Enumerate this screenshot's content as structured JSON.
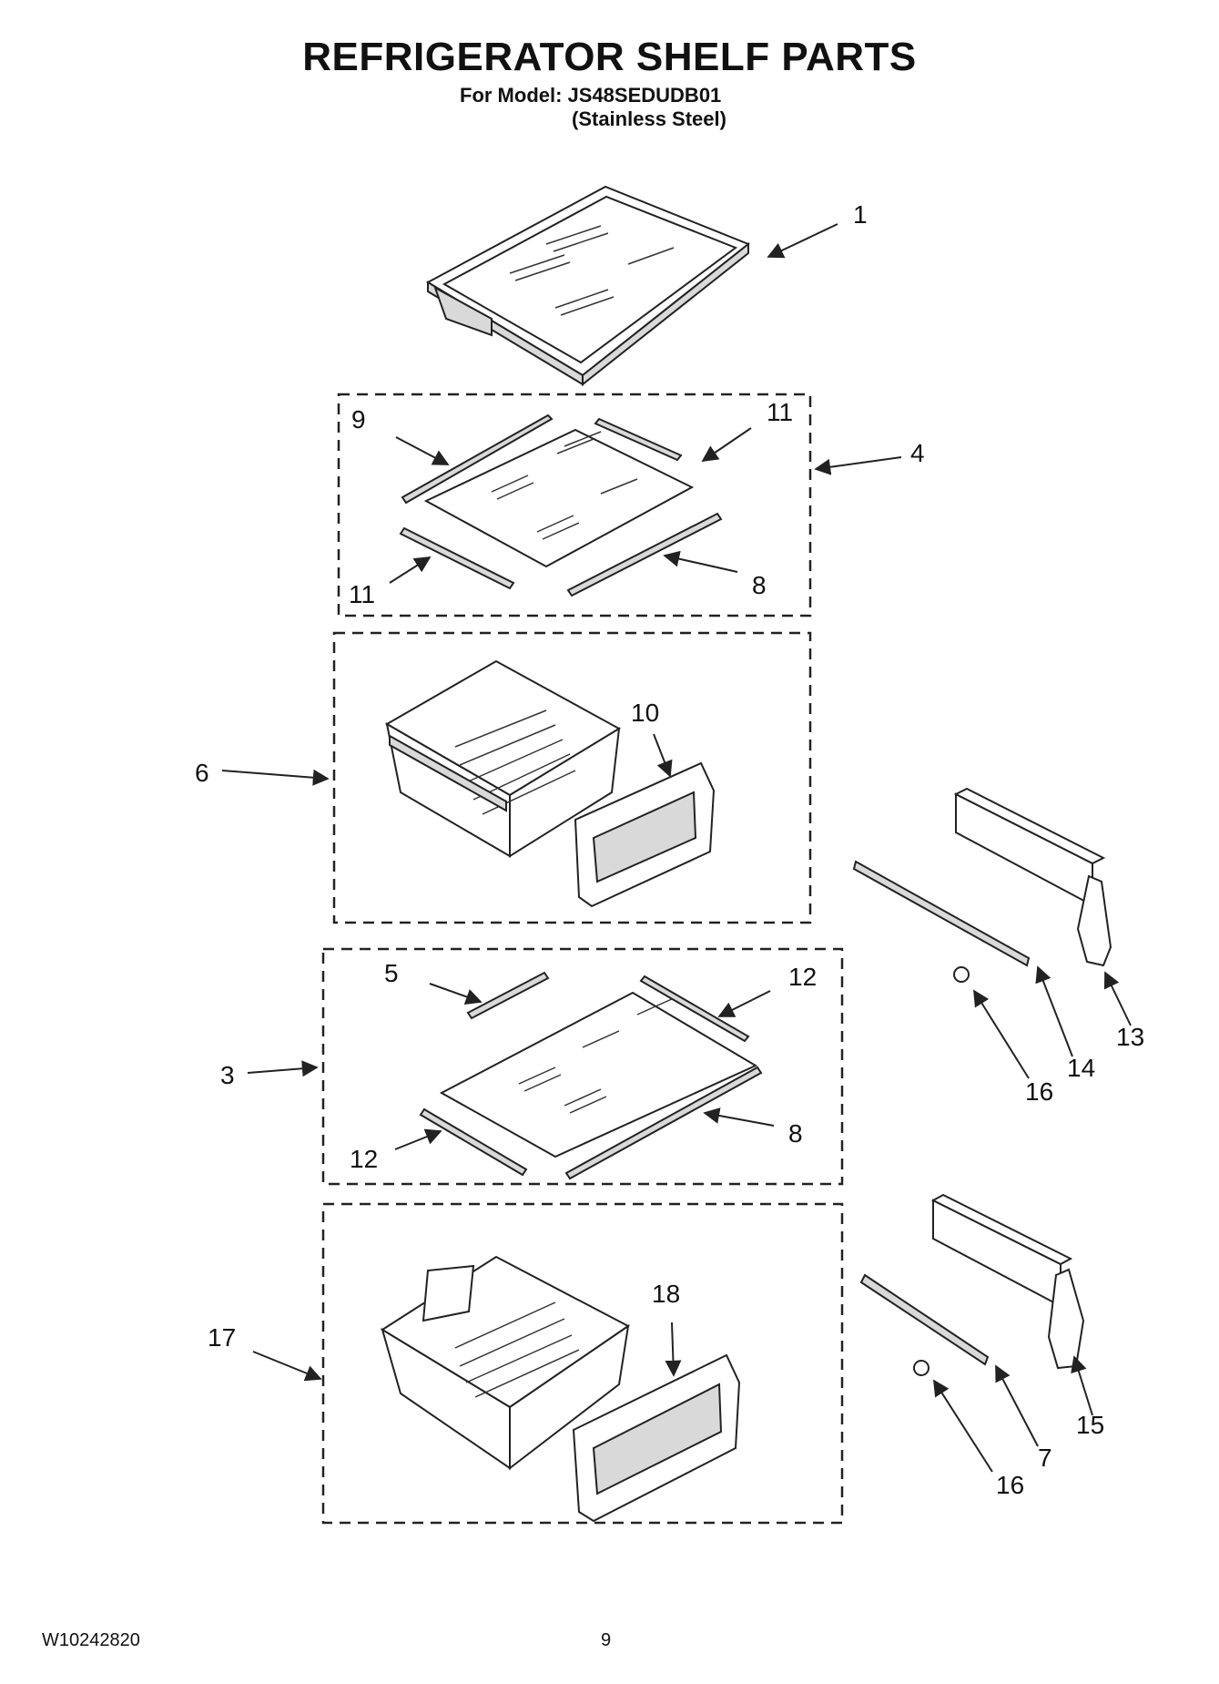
{
  "title": "REFRIGERATOR SHELF PARTS",
  "model_line": "For Model: JS48SEDUDB01",
  "finish_line": "(Stainless Steel)",
  "doc_number": "W10242820",
  "page_number": "9",
  "callouts": {
    "c1": "1",
    "c9": "9",
    "c11a": "11",
    "c4": "4",
    "c11b": "11",
    "c8a": "8",
    "c10": "10",
    "c6": "6",
    "c5": "5",
    "c12a": "12",
    "c3": "3",
    "c12b": "12",
    "c8b": "8",
    "c13": "13",
    "c14": "14",
    "c16a": "16",
    "c18": "18",
    "c17": "17",
    "c15": "15",
    "c7": "7",
    "c16b": "16"
  }
}
